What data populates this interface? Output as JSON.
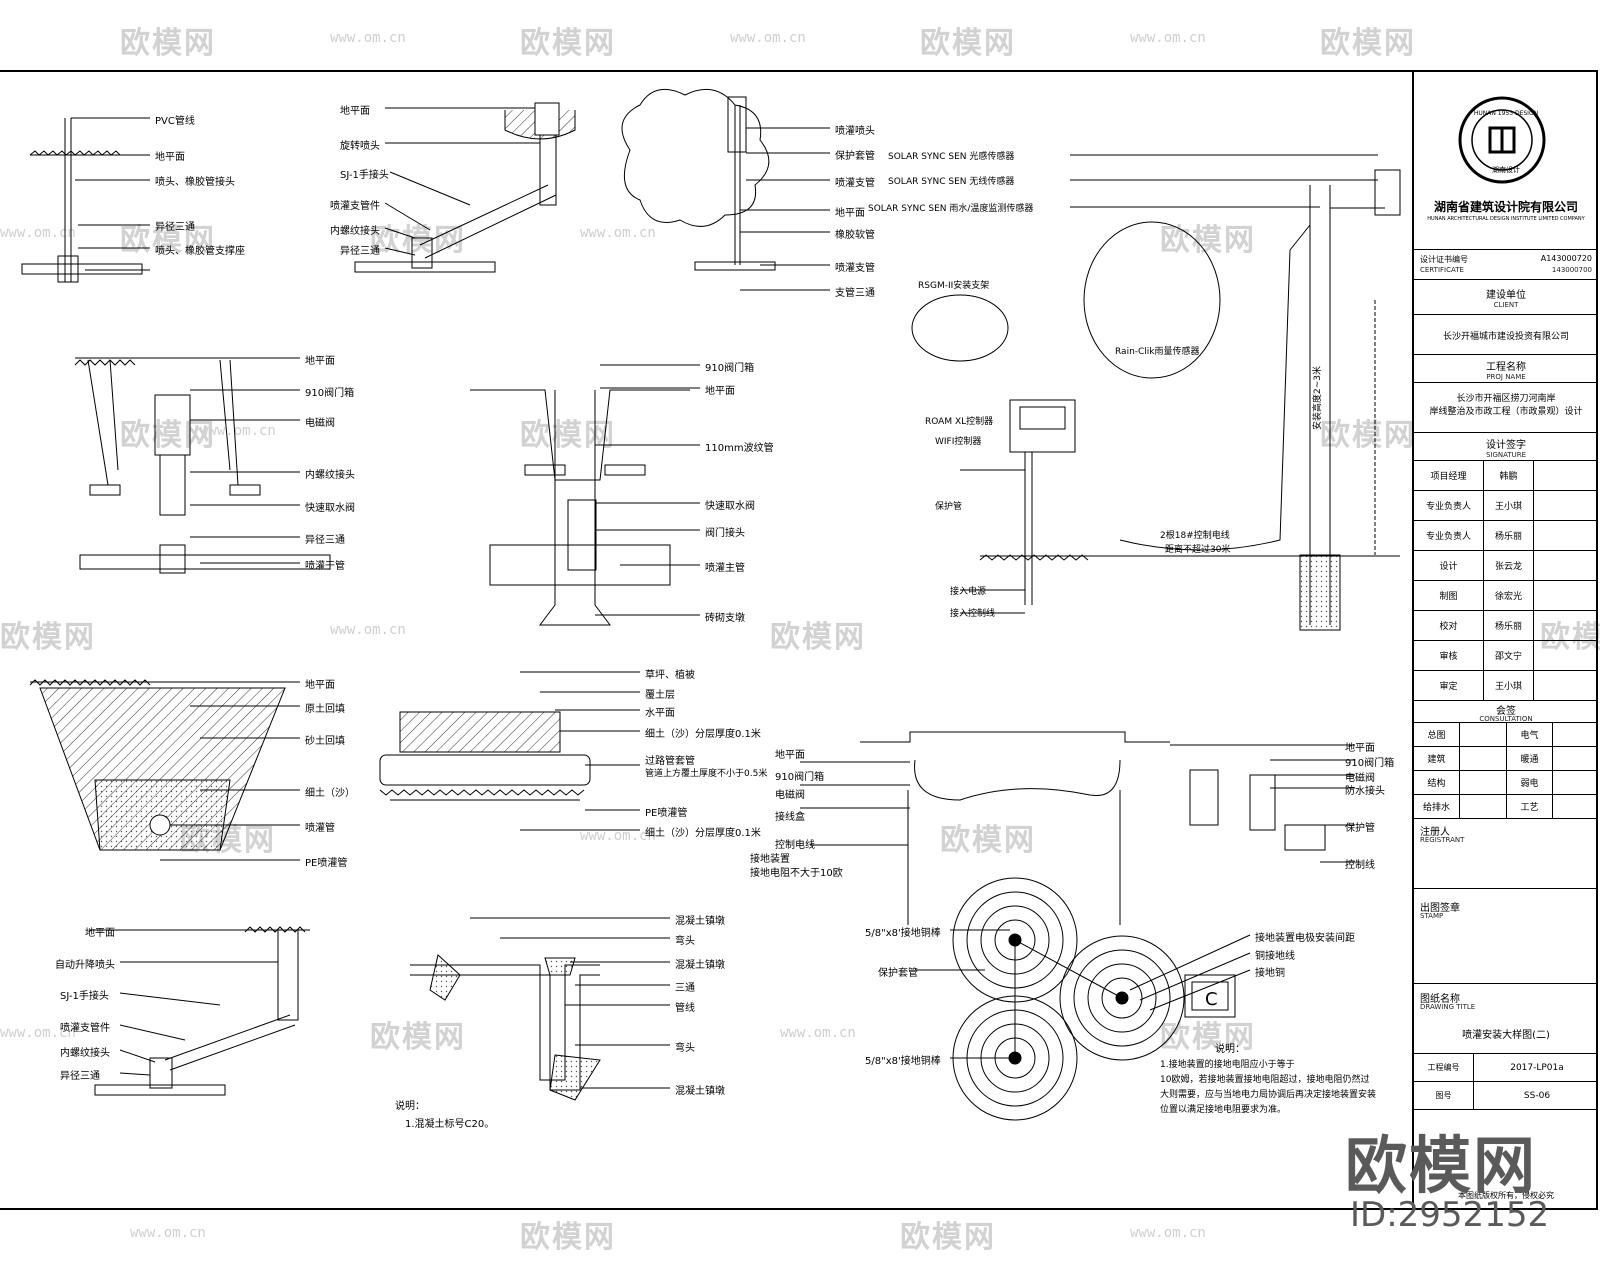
{
  "watermark": {
    "brand": "欧模网",
    "url": "www.om.cn",
    "id_label": "ID:2952152"
  },
  "title_block": {
    "company_cn": "湖南省建筑设计院有限公司",
    "company_en": "HUNAN ARCHITECTURAL DESIGN INSTITUTE LIMITED COMPANY",
    "logo_text": "HUNAN 1953 DESIGN",
    "logo_sub": "湖南设计",
    "cert_label": "设计证书编号",
    "cert_no": "A143000720",
    "cert_label_en": "CERTIFICATE",
    "cert_no2": "143000700",
    "client_label": "建设单位",
    "client_label_en": "CLIENT",
    "client": "长沙开福城市建设投资有限公司",
    "project_label": "工程名称",
    "project_label_en": "PROJ NAME",
    "project_line1": "长沙市开福区捞刀河南岸",
    "project_line2": "岸线整治及市政工程（市政景观）设计",
    "sign_label": "设计签字",
    "sign_label_en": "SIGNATURE",
    "sign_rows": [
      {
        "role": "项目经理",
        "name": "韩鹏"
      },
      {
        "role": "专业负责人",
        "name": "王小琪"
      },
      {
        "role": "专业负责人",
        "name": "杨乐丽"
      },
      {
        "role": "设计",
        "name": "张云龙"
      },
      {
        "role": "制图",
        "name": "徐宏光"
      },
      {
        "role": "校对",
        "name": "杨乐丽"
      },
      {
        "role": "审核",
        "name": "邵文宁"
      },
      {
        "role": "审定",
        "name": "王小琪"
      }
    ],
    "consult_label": "会签",
    "consult_label_en": "CONSULTATION",
    "consult_rows": [
      [
        "总图",
        "电气"
      ],
      [
        "建筑",
        "暖通"
      ],
      [
        "结构",
        "弱电"
      ],
      [
        "给排水",
        "工艺"
      ]
    ],
    "registrant_label": "注册人",
    "registrant_label_en": "REGISTRANT",
    "stamp_label": "出图签章",
    "stamp_label_en": "STAMP",
    "drawing_title_label": "图纸名称",
    "drawing_title_label_en": "DRAWING TITLE",
    "drawing_title": "喷灌安装大样图(二)",
    "project_no_label": "工程编号",
    "project_no": "2017-LP01a",
    "sheet_label": "图号",
    "sheet_no": "SS-06",
    "footer": "本图纸版权所有，侵权必究"
  },
  "details": {
    "d1": [
      "PVC管线",
      "地平面",
      "喷头、橡胶管接头",
      "异径三通",
      "喷头、橡胶管支撑座"
    ],
    "d2": [
      "地平面",
      "旋转喷头",
      "SJ-1手接头",
      "喷灌支管件",
      "内螺纹接头",
      "异径三通"
    ],
    "d3": [
      "喷灌喷头",
      "保护套管",
      "喷灌支管",
      "地平面",
      "橡胶软管",
      "喷灌支管",
      "支管三通"
    ],
    "d4": [
      "地平面",
      "910阀门箱",
      "电磁阀",
      "内螺纹接头",
      "快速取水阀",
      "异径三通",
      "喷灌干管"
    ],
    "d5": [
      "910阀门箱",
      "地平面",
      "110mm波纹管",
      "快速取水阀",
      "阀门接头",
      "喷灌主管",
      "砖砌支墩"
    ],
    "d6": [
      "SOLAR SYNC SEN 光感传感器",
      "SOLAR SYNC SEN 无线传感器",
      "SOLAR SYNC SEN 雨水/温度监测传感器",
      "RSGM-II安装支架",
      "Rain-Clik雨量传感器",
      "ROAM XL控制器",
      "WIFI控制器",
      "保护管",
      "接入电源",
      "接入控制线",
      "2根18#控制电线",
      "距离不超过30米",
      "安装高度2~3米"
    ],
    "d7": [
      "地平面",
      "原土回填",
      "砂土回填",
      "细土（沙）",
      "喷灌管",
      "PE喷灌管"
    ],
    "d8": [
      "草坪、植被",
      "覆土层",
      "水平面",
      "细土（沙）分层厚度0.1米",
      "过路管套管",
      "管道上方覆土厚度不小于0.5米",
      "PE喷灌管",
      "细土（沙）分层厚度0.1米"
    ],
    "d9": [
      "地平面",
      "910阀门箱",
      "电磁阀",
      "接线盒",
      "控制电线",
      "接地装置",
      "接地电阻不大于10欧",
      "地平面",
      "910阀门箱",
      "电磁阀",
      "防水接头",
      "保护管",
      "控制线"
    ],
    "d10": [
      "地平面",
      "自动升降喷头",
      "SJ-1手接头",
      "喷灌支管件",
      "内螺纹接头",
      "异径三通"
    ],
    "d11": [
      "混凝土镇墩",
      "弯头",
      "混凝土镇墩",
      "三通",
      "管线",
      "弯头",
      "混凝土镇墩"
    ],
    "d11_note_title": "说明：",
    "d11_note": "1.混凝土标号C20。",
    "d12": [
      "接地装置电极安装间距",
      "铜接地线",
      "接地铜",
      "5/8\"x8'接地铜棒",
      "保护套管",
      "5/8\"x8'接地铜棒"
    ],
    "d12_note_title": "说明：",
    "d12_note_1": "1.接地装置的接地电阻应小于等于",
    "d12_note_2": "10欧姆，若接地装置接地电阻超过，接地电阻仍然过",
    "d12_note_3": "大则需要，应与当地电力局协调后再决定接地装置安装",
    "d12_note_4": "位置以满足接地电阻要求为准。"
  }
}
